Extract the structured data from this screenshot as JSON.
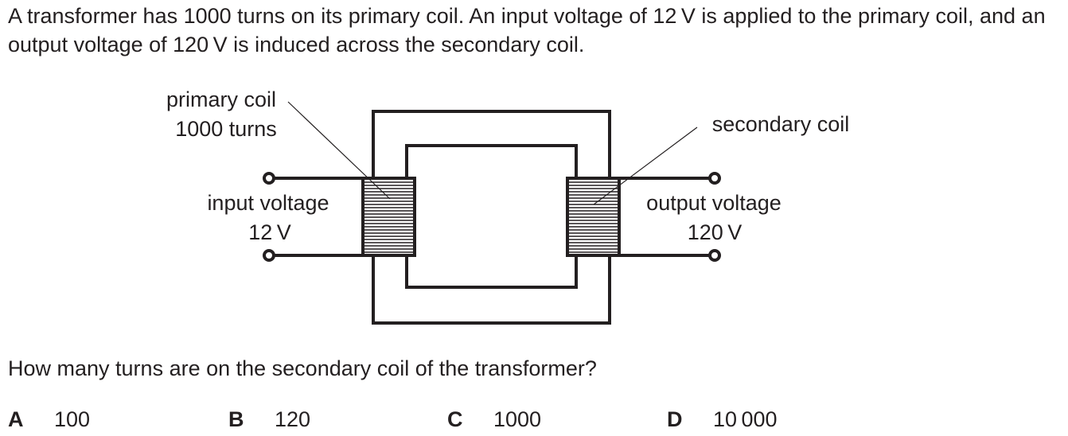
{
  "question_stem": "A transformer has 1000 turns on its primary coil. An input voltage of 12 V is applied to the primary coil, and an output voltage of 120 V is induced across the secondary coil.",
  "diagram": {
    "primary_label_line1": "primary coil",
    "primary_label_line2": "1000 turns",
    "secondary_label": "secondary coil",
    "input_label_line1": "input voltage",
    "input_label_line2": "12 V",
    "output_label_line1": "output voltage",
    "output_label_line2": "120 V"
  },
  "question": "How many turns are on the secondary coil of the transformer?",
  "options": [
    {
      "letter": "A",
      "value": "100"
    },
    {
      "letter": "B",
      "value": "120"
    },
    {
      "letter": "C",
      "value": "1000"
    },
    {
      "letter": "D",
      "value": "10 000"
    }
  ]
}
